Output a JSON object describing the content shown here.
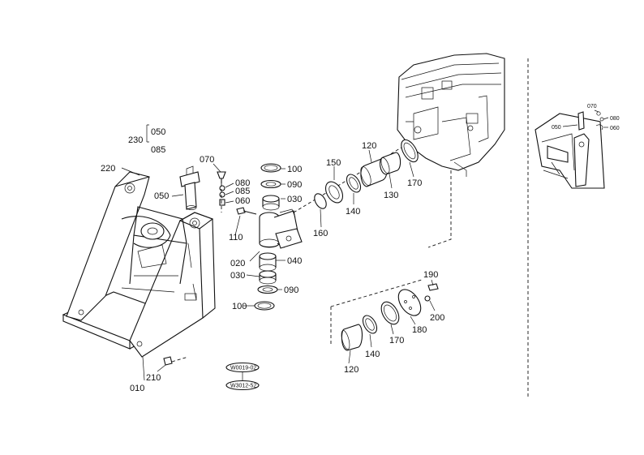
{
  "labels": {
    "p010": "010",
    "p020": "020",
    "p030a": "030",
    "p030b": "030",
    "p040": "040",
    "p050": "050",
    "p060": "060",
    "p070": "070",
    "p080": "080",
    "p085": "085",
    "p090a": "090",
    "p090b": "090",
    "p100a": "100",
    "p100b": "100",
    "p110": "110",
    "p120a": "120",
    "p120b": "120",
    "p130": "130",
    "p140a": "140",
    "p140b": "140",
    "p150": "150",
    "p160": "160",
    "p170a": "170",
    "p170b": "170",
    "p180": "180",
    "p190": "190",
    "p200": "200",
    "p210": "210",
    "p220": "220",
    "p230": "230",
    "p230a": "050",
    "p230b": "085"
  },
  "inset_labels": {
    "p050": "050",
    "p060": "060",
    "p070": "070",
    "p080": "080"
  },
  "refs": {
    "top": "W0019-02",
    "bottom": "W3012-52"
  }
}
